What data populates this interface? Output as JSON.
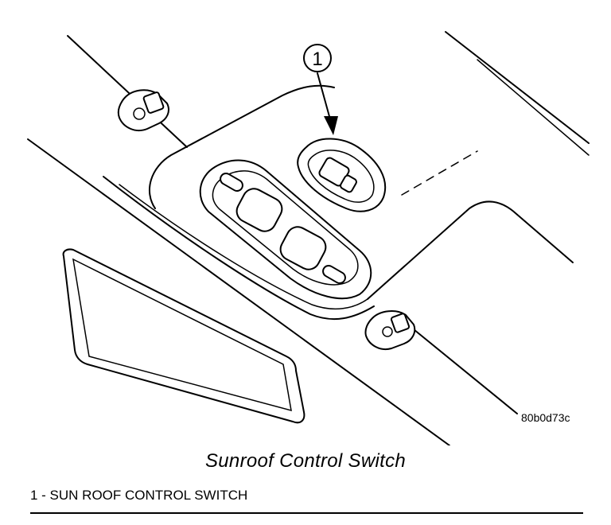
{
  "diagram": {
    "callout_number": "1",
    "figure_code": "80b0d73c"
  },
  "caption": "Sunroof Control Switch",
  "legend": [
    {
      "number": "1",
      "text": "1 - SUN ROOF CONTROL SWITCH"
    }
  ]
}
